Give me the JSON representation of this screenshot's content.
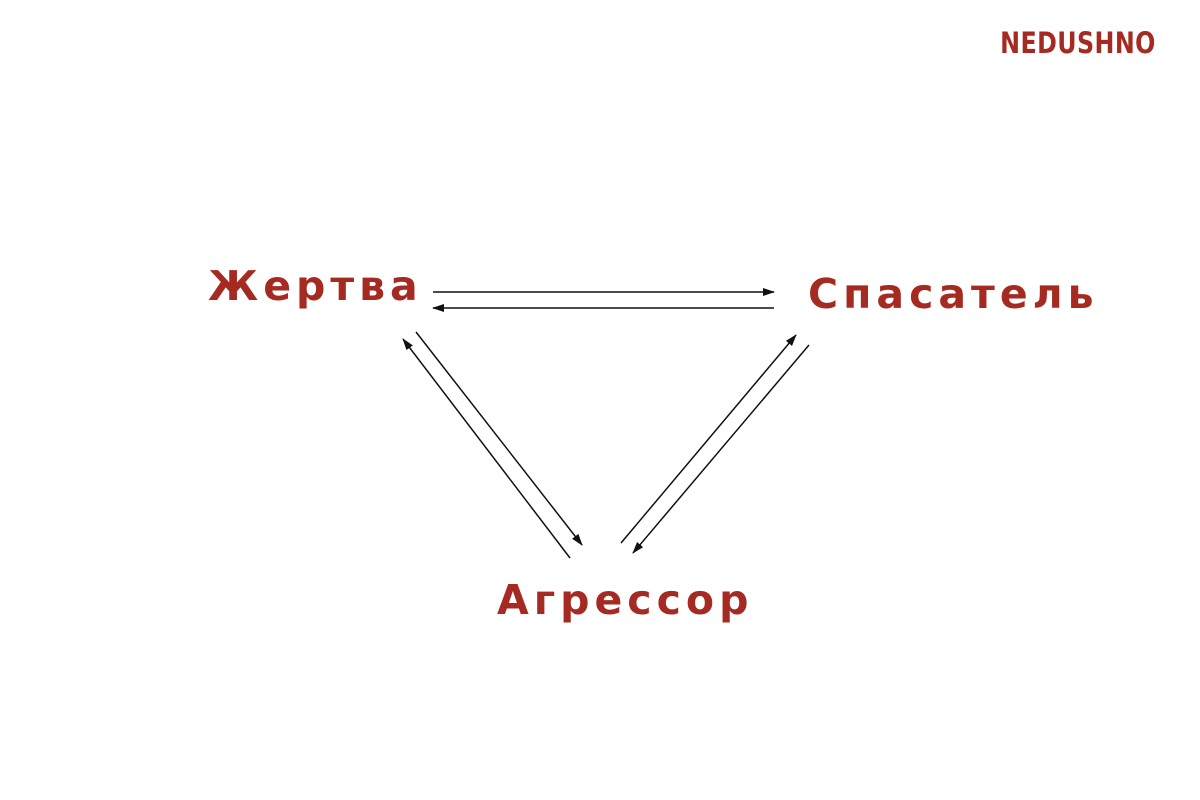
{
  "brand": {
    "text": "NEDUSHNO",
    "color": "#a52a22"
  },
  "diagram": {
    "nodes": {
      "victim": "Жертва",
      "rescuer": "Спасатель",
      "aggressor": "Агрессор"
    },
    "edges": [
      {
        "from": "victim",
        "to": "rescuer"
      },
      {
        "from": "rescuer",
        "to": "victim"
      },
      {
        "from": "victim",
        "to": "aggressor"
      },
      {
        "from": "aggressor",
        "to": "victim"
      },
      {
        "from": "aggressor",
        "to": "rescuer"
      },
      {
        "from": "rescuer",
        "to": "aggressor"
      }
    ],
    "label_color": "#a52a22",
    "arrow_color": "#111111"
  }
}
